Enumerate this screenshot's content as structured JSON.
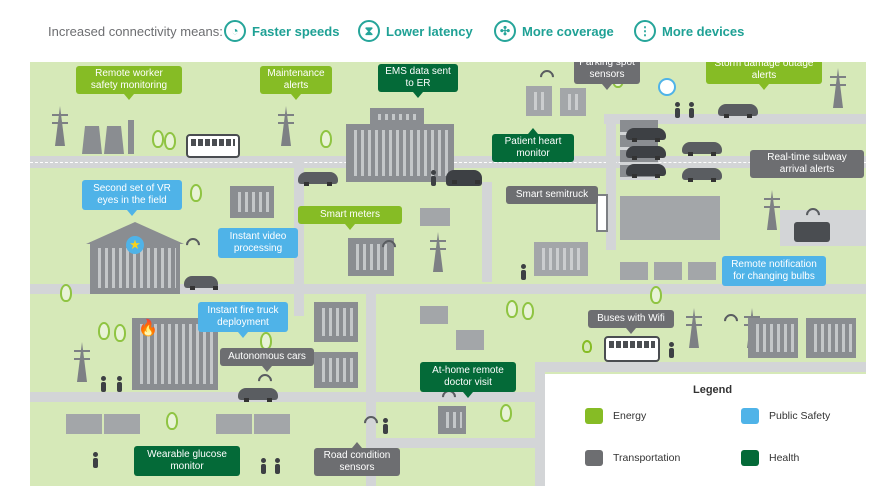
{
  "header": {
    "intro": "Increased connectivity means:",
    "items": [
      {
        "label": "Faster speeds",
        "icon": "speedometer-icon"
      },
      {
        "label": "Lower latency",
        "icon": "hourglass-icon"
      },
      {
        "label": "More coverage",
        "icon": "expand-icon"
      },
      {
        "label": "More devices",
        "icon": "devices-icon"
      }
    ],
    "accent": "#1fa195"
  },
  "categories": {
    "energy": "#86bc25",
    "public_safety": "#4fb3e8",
    "transportation": "#6d6e71",
    "health": "#046a38"
  },
  "callouts": {
    "remote_worker": "Remote worker safety monitoring",
    "maintenance": "Maintenance alerts",
    "ems": "EMS data sent to ER",
    "parking": "Parking spot sensors",
    "storm": "Storm damage outage alerts",
    "patient": "Patient heart monitor",
    "subway": "Real-time subway arrival alerts",
    "vr": "Second set of VR eyes in the field",
    "smart_meters": "Smart meters",
    "semitruck": "Smart semitruck",
    "video": "Instant video processing",
    "fire": "Instant fire truck deployment",
    "bulbs": "Remote notification for changing bulbs",
    "autonomous": "Autonomous cars",
    "buses": "Buses with Wifi",
    "doctor": "At-home remote doctor visit",
    "glucose": "Wearable glucose monitor",
    "road": "Road condition sensors"
  },
  "legend": {
    "title": "Legend",
    "energy": "Energy",
    "public_safety": "Public Safety",
    "transportation": "Transportation",
    "health": "Health"
  }
}
